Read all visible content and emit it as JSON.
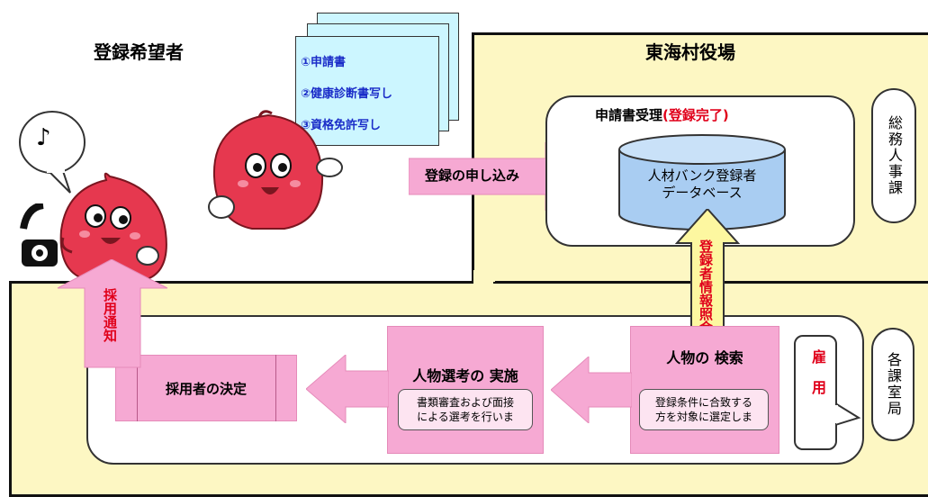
{
  "applicant": {
    "title": "登録希望者",
    "note_icon": "music-note-icon",
    "documents": [
      "①申請書",
      "②健康診断書写し",
      "③資格免許写し"
    ]
  },
  "village": {
    "title": "東海村役場",
    "section_general": "総務人事課",
    "section_each": "各課室局"
  },
  "reception": {
    "label": "申請書受理",
    "status": "(登録完了)",
    "database_line1": "人材バンク登録者",
    "database_line2": "データベース"
  },
  "flow": {
    "apply": "登録の申し込み",
    "info_query": "登録者情報照会",
    "hire_notice": "採用通知",
    "employ": "雇用"
  },
  "steps": {
    "search": {
      "title": "人物の 検索",
      "desc_line1": "登録条件に合致する",
      "desc_line2": "方を対象に選定しま"
    },
    "selection": {
      "title": "人物選考の 実施",
      "desc_line1": "書類審査および面接",
      "desc_line2": "による選考を行いま"
    },
    "decision": {
      "title": "採用者の決定"
    }
  },
  "colors": {
    "panel": "#fdf7c3",
    "arrow_pink": "#f6a9d3",
    "arrow_yellow": "#fdf7a0",
    "doc": "#ccf6ff",
    "db": "#a9cdf2",
    "accent_red": "#e0001a",
    "blue_text": "#1a2cc8"
  }
}
